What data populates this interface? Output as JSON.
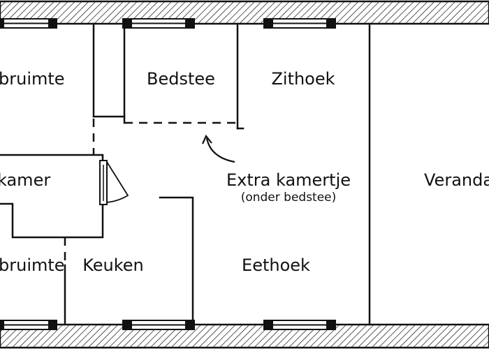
{
  "colors": {
    "ink": "#111111",
    "background": "#ffffff",
    "hatch": "#111111"
  },
  "rooms": {
    "bergruimte_top": "bruimte",
    "bedstee": "Bedstee",
    "zithoek": "Zithoek",
    "kamer": "kamer",
    "extra_kamertje": "Extra kamertje",
    "extra_kamertje_note": "(onder bedstee)",
    "veranda": "Veranda",
    "bergruimte_bottom": "bruimte",
    "keuken": "Keuken",
    "eethoek": "Eethoek"
  },
  "icons": {
    "door_arc": "door-swing-arc",
    "arrow": "curved-arrow"
  }
}
